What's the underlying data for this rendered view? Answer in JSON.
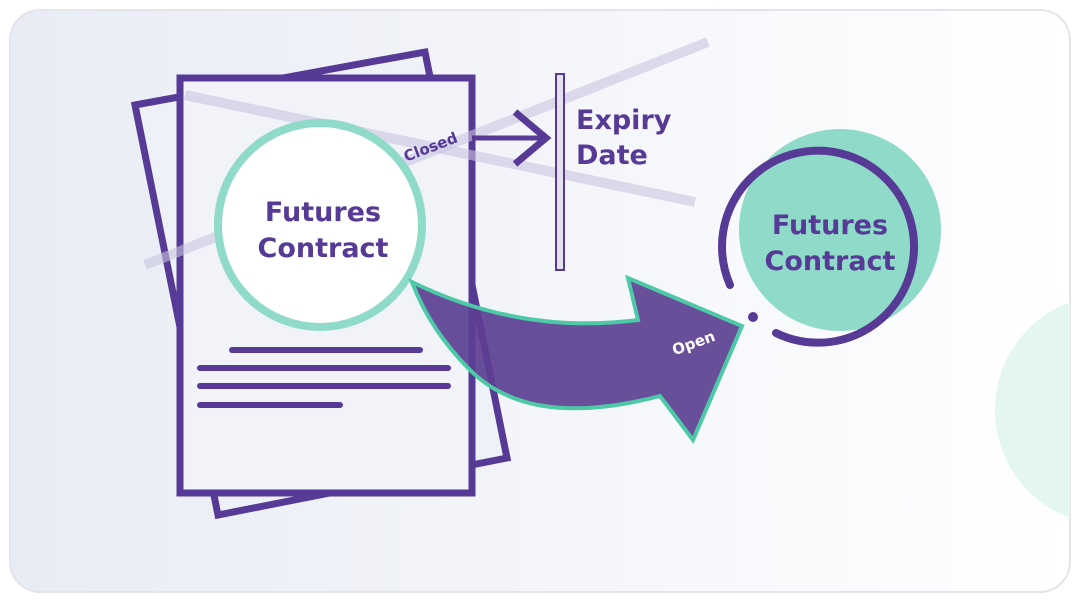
{
  "diagram": {
    "left_circle": {
      "line1": "Futures",
      "line2": "Contract"
    },
    "closed_label": "Closed",
    "expiry": {
      "line1": "Expiry",
      "line2": "Date"
    },
    "open_label": "Open",
    "right_circle": {
      "line1": "Futures",
      "line2": "Contract"
    }
  },
  "colors": {
    "purple": "#563a96",
    "teal": "#8fdac8",
    "arrow_fill": "#5c3f91",
    "arrow_stroke": "#4dc9a8"
  }
}
